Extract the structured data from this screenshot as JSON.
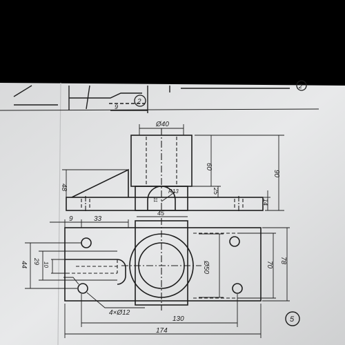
{
  "sheet": {
    "marks": {
      "top_dim_9": "9",
      "top_circle_2": "2",
      "corner_circle": "2",
      "sheet_number": "5"
    }
  },
  "dimensions": {
    "phi40": "Ø40",
    "d60": "60",
    "d90": "90",
    "d48": "48",
    "d25": "25",
    "d14": "14",
    "r13": "R13",
    "d11": "11",
    "d45": "45",
    "d9": "9",
    "d33": "33",
    "d44": "44",
    "d29": "29",
    "d10": "10",
    "phi50": "Ø50",
    "d70": "70",
    "d78": "78",
    "holes": "4×Ø12",
    "d130": "130",
    "d174": "174"
  },
  "colors": {
    "paper": "#e7e8e8",
    "ink": "#1d1d1d",
    "background": "#000000"
  }
}
